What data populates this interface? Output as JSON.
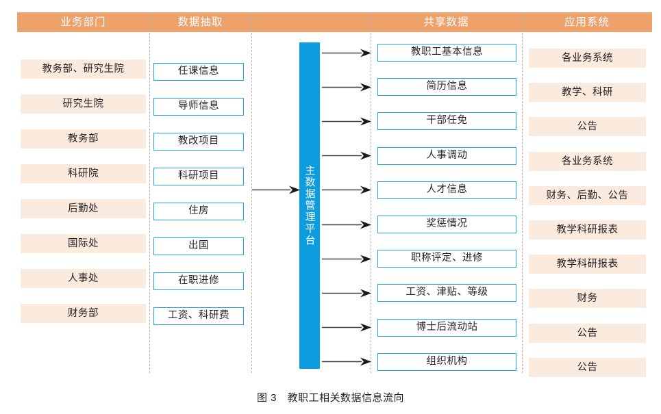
{
  "figure": {
    "caption": "图 3　教职工相关数据信息流向",
    "colors": {
      "header_band": "#eda16b",
      "tint_box": "#fbeade",
      "outline_box_border": "#22a3e2",
      "platform_bar": "#0c9ce0",
      "separator": "#b4b4b4",
      "text": "#231f20"
    }
  },
  "headers": [
    {
      "label": "业务部门",
      "name": "header-business-department"
    },
    {
      "label": "数据抽取",
      "name": "header-data-extraction"
    },
    {
      "label": "共享数据",
      "name": "header-shared-data"
    },
    {
      "label": "应用系统",
      "name": "header-application-system"
    }
  ],
  "columns": {
    "business_departments": [
      "教务部、研究生院",
      "研究生院",
      "教务部",
      "科研院",
      "后勤处",
      "国际处",
      "人事处",
      "财务部"
    ],
    "data_extraction": [
      "任课信息",
      "导师信息",
      "教改项目",
      "科研项目",
      "住房",
      "出国",
      "在职进修",
      "工资、科研费"
    ],
    "shared_data": [
      "教职工基本信息",
      "简历信息",
      "干部任免",
      "人事调动",
      "人才信息",
      "奖惩情况",
      "职称评定、进修",
      "工资、津贴、等级",
      "博士后流动站",
      "组织机构"
    ],
    "application_systems": [
      "各业务系统",
      "教学、科研",
      "公告",
      "各业务系统",
      "财务、后勤、公告",
      "教学科研报表",
      "教学科研报表",
      "财务",
      "公告",
      "公告"
    ]
  },
  "platform": {
    "label": "主数据管理平台"
  }
}
